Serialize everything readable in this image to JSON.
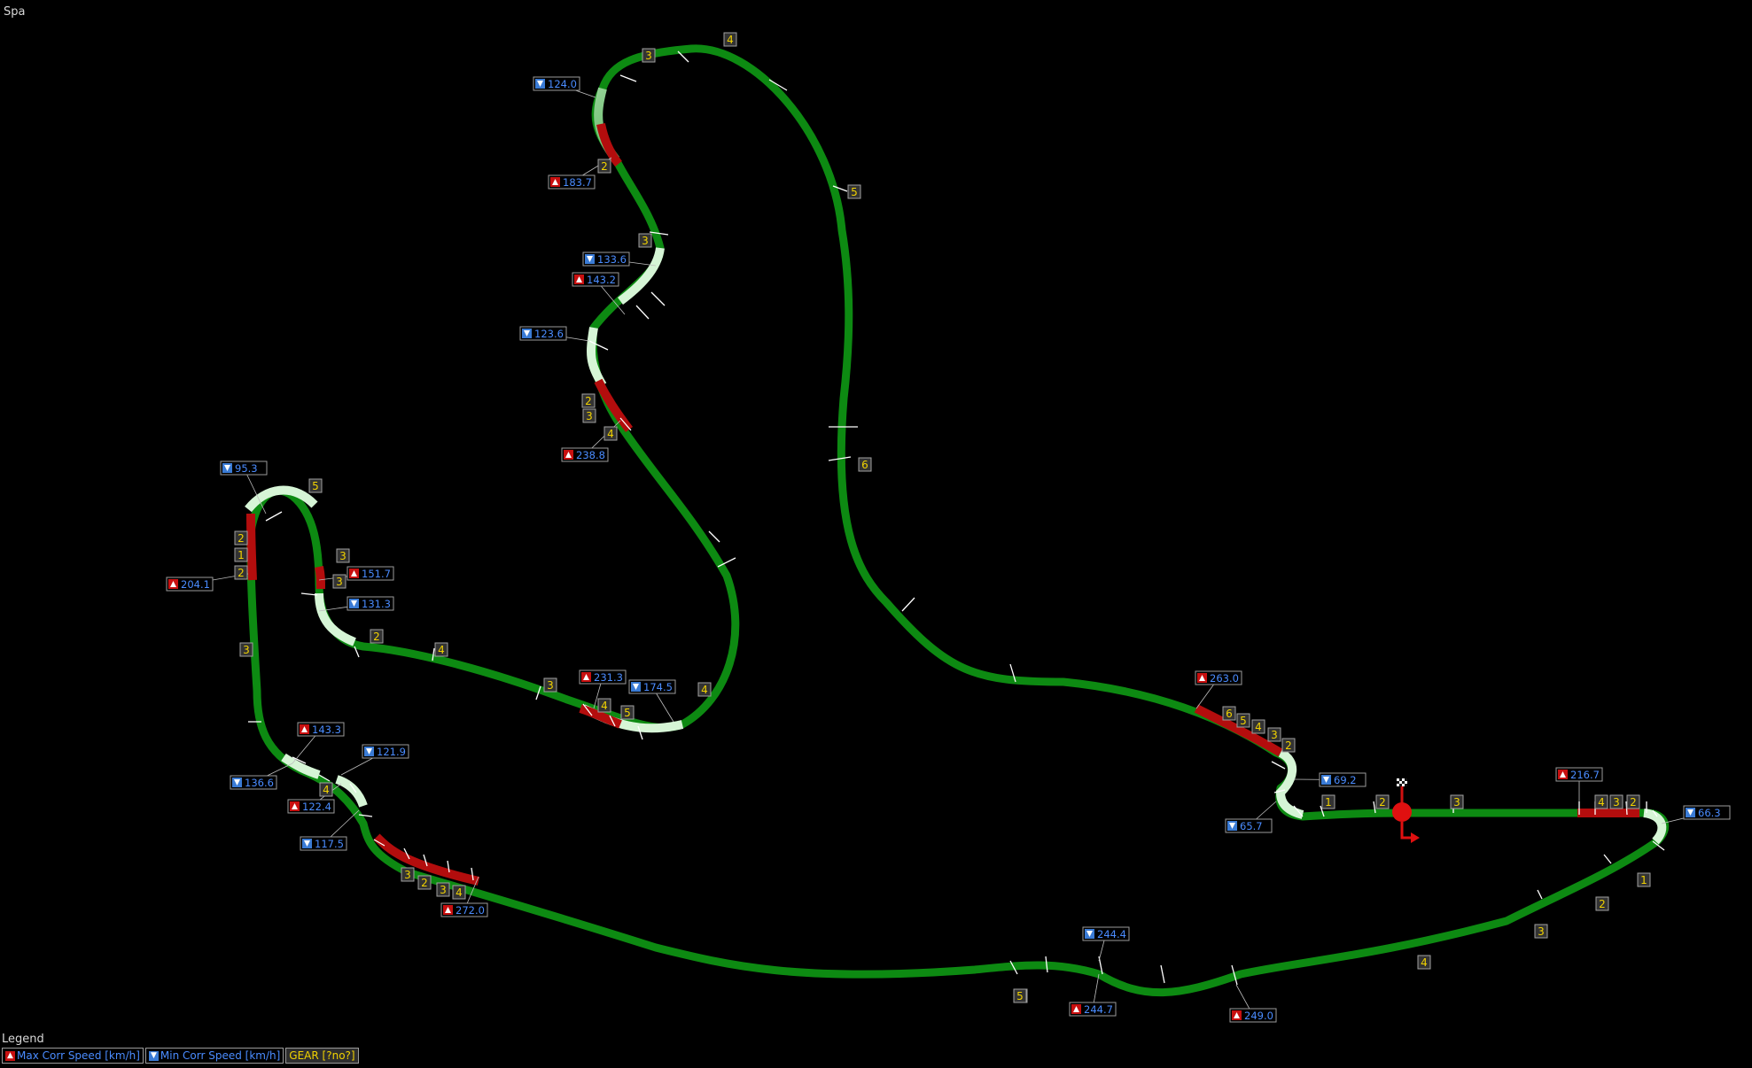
{
  "track_name": "Spa",
  "legend": {
    "title": "Legend",
    "items": [
      {
        "key": "max",
        "label": "Max Corr Speed [km/h]",
        "icon": "red-up-triangle-icon"
      },
      {
        "key": "min",
        "label": "Min Corr Speed [km/h]",
        "icon": "blue-down-triangle-icon"
      },
      {
        "key": "gear",
        "label": "GEAR [?no?]"
      }
    ]
  },
  "colors": {
    "background": "#000000",
    "track_green": "#0d8a12",
    "track_light": "#d6f5d6",
    "track_red": "#b30d0d",
    "speed_text": "#4a8cff",
    "gear_text": "#f1d200",
    "gear_bg": "#333333",
    "max_icon": "#c81010",
    "min_icon": "#3a7bd5"
  },
  "start_finish": {
    "icons": [
      "checkered-flag-icon",
      "start-point-icon",
      "direction-arrow-icon"
    ]
  },
  "speed_labels": [
    {
      "kind": "min",
      "value": "124.0"
    },
    {
      "kind": "max",
      "value": "183.7"
    },
    {
      "kind": "min",
      "value": "133.6"
    },
    {
      "kind": "max",
      "value": "143.2"
    },
    {
      "kind": "min",
      "value": "123.6"
    },
    {
      "kind": "max",
      "value": "238.8"
    },
    {
      "kind": "min",
      "value": "95.3"
    },
    {
      "kind": "max",
      "value": "204.1"
    },
    {
      "kind": "max",
      "value": "151.7"
    },
    {
      "kind": "min",
      "value": "131.3"
    },
    {
      "kind": "max",
      "value": "231.3"
    },
    {
      "kind": "min",
      "value": "174.5"
    },
    {
      "kind": "max",
      "value": "143.3"
    },
    {
      "kind": "min",
      "value": "121.9"
    },
    {
      "kind": "min",
      "value": "136.6"
    },
    {
      "kind": "max",
      "value": "122.4"
    },
    {
      "kind": "min",
      "value": "117.5"
    },
    {
      "kind": "max",
      "value": "272.0"
    },
    {
      "kind": "max",
      "value": "263.0"
    },
    {
      "kind": "min",
      "value": "69.2"
    },
    {
      "kind": "min",
      "value": "65.7"
    },
    {
      "kind": "max",
      "value": "216.7"
    },
    {
      "kind": "min",
      "value": "66.3"
    },
    {
      "kind": "min",
      "value": "244.4"
    },
    {
      "kind": "max",
      "value": "244.7"
    },
    {
      "kind": "max",
      "value": "249.0"
    }
  ],
  "gear_labels": [
    "3",
    "4",
    "5",
    "2",
    "3",
    "2",
    "3",
    "4",
    "6",
    "5",
    "2",
    "1",
    "2",
    "3",
    "3",
    "2",
    "4",
    "3",
    "4",
    "5",
    "4",
    "3",
    "4",
    "3",
    "2",
    "3",
    "4",
    "5",
    "6",
    "5",
    "4",
    "3",
    "2",
    "1",
    "2",
    "3",
    "4",
    "3",
    "2",
    "1",
    "2",
    "3",
    "4",
    "5"
  ]
}
